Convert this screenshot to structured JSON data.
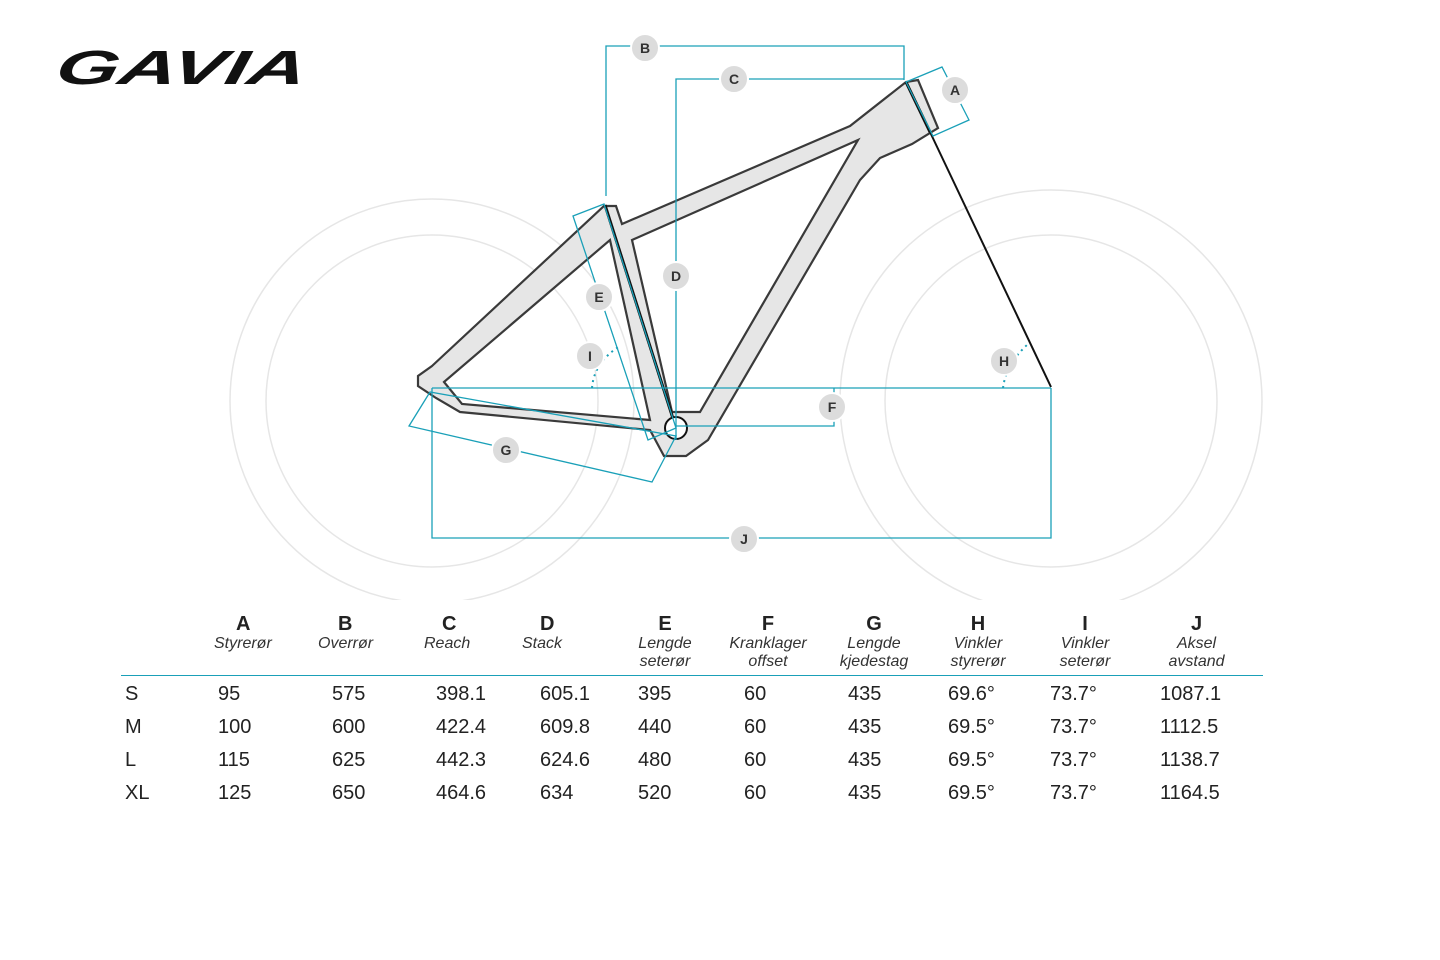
{
  "brand": {
    "logo_text": "GAVIA"
  },
  "diagram": {
    "markers": [
      "A",
      "B",
      "C",
      "D",
      "E",
      "F",
      "G",
      "H",
      "I",
      "J"
    ],
    "colors": {
      "frame_fill": "#e6e6e6",
      "frame_stroke": "#3a3a3a",
      "dimension_line": "#1aa0b8",
      "wheel_ring": "#e4e4e4",
      "marker_fill": "#dcdcdc"
    }
  },
  "table": {
    "columns": [
      {
        "letter": "A",
        "label": "Styrerør"
      },
      {
        "letter": "B",
        "label": "Overrør"
      },
      {
        "letter": "C",
        "label": "Reach"
      },
      {
        "letter": "D",
        "label": "Stack"
      },
      {
        "letter": "E",
        "label": "Lengde seterør"
      },
      {
        "letter": "F",
        "label": "Kranklager offset"
      },
      {
        "letter": "G",
        "label": "Lengde kjedestag"
      },
      {
        "letter": "H",
        "label": "Vinkler styrerør"
      },
      {
        "letter": "I",
        "label": "Vinkler seterør"
      },
      {
        "letter": "J",
        "label": "Aksel avstand"
      }
    ],
    "rows": [
      {
        "size": "S",
        "values": [
          "95",
          "575",
          "398.1",
          "605.1",
          "395",
          "60",
          "435",
          "69.6°",
          "73.7°",
          "1087.1"
        ]
      },
      {
        "size": "M",
        "values": [
          "100",
          "600",
          "422.4",
          "609.8",
          "440",
          "60",
          "435",
          "69.5°",
          "73.7°",
          "1112.5"
        ]
      },
      {
        "size": "L",
        "values": [
          "115",
          "625",
          "442.3",
          "624.6",
          "480",
          "60",
          "435",
          "69.5°",
          "73.7°",
          "1138.7"
        ]
      },
      {
        "size": "XL",
        "values": [
          "125",
          "650",
          "464.6",
          "634",
          "520",
          "60",
          "435",
          "69.5°",
          "73.7°",
          "1164.5"
        ]
      }
    ]
  }
}
